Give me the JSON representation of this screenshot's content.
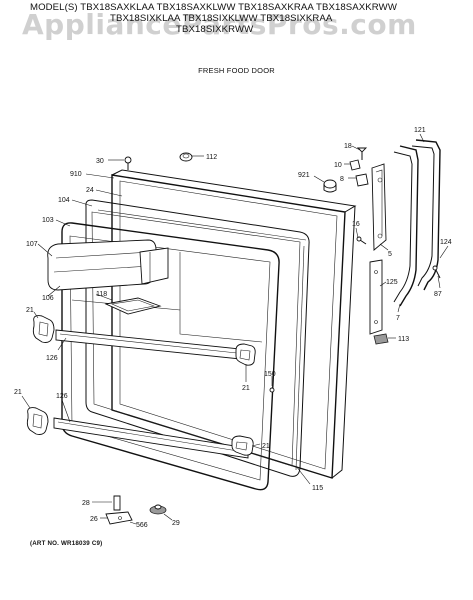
{
  "header": {
    "line1": "MODEL(S) TBX18SAXKLAA  TBX18SAXKLWW  TBX18SAXKRAA  TBX18SAXKRWW",
    "line2": "TBX18SIXKLAA  TBX18SIXKLWW  TBX18SIXKRAA",
    "line3": "TBX18SIXKRWW",
    "section": "FRESH FOOD DOOR"
  },
  "watermark": "AppliancePartsPros.com",
  "art_no": "(ART NO. WR18039 C9)",
  "callouts": {
    "c30": "30",
    "c112": "112",
    "c910": "910",
    "c24": "24",
    "c104": "104",
    "c103": "103",
    "c107": "107",
    "c118": "118",
    "c106": "106",
    "c21a": "21",
    "c126a": "126",
    "c21b": "21",
    "c150": "150",
    "c21c": "21",
    "c126b": "126",
    "c21d": "21",
    "c115": "115",
    "c28": "28",
    "c26": "26",
    "c566": "566",
    "c29": "29",
    "c18": "18",
    "c10": "10",
    "c8": "8",
    "c921": "921",
    "c121": "121",
    "c16": "16",
    "c5": "5",
    "c124": "124",
    "c125": "125",
    "c87": "87",
    "c7": "7",
    "c113": "113"
  }
}
